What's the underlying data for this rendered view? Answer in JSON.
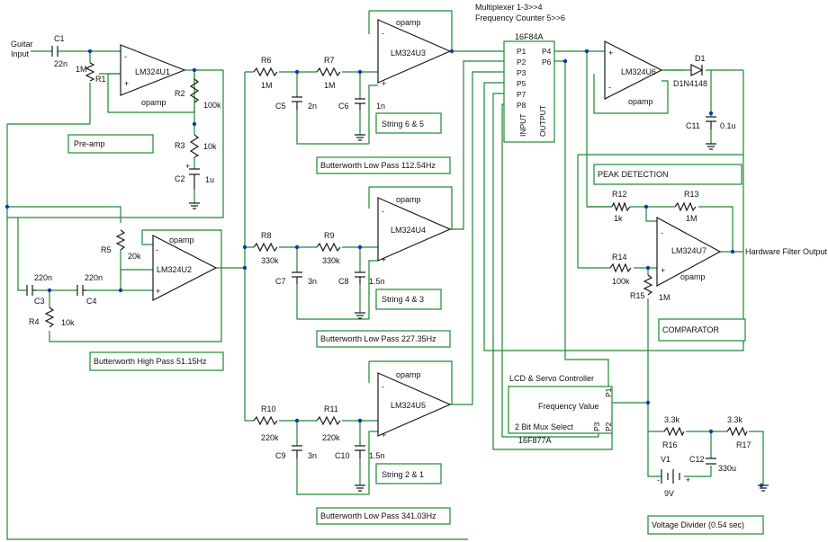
{
  "header": {
    "line1": "Multiplexer 1-3>>4",
    "line2": "Frequency Counter 5>>6"
  },
  "input": {
    "line1": "Guitar",
    "line2": "Input"
  },
  "components": {
    "C1": "C1",
    "C1v": "22n",
    "R1": "R1",
    "R1v": "1M",
    "U1": "LM324U1",
    "U1t": "opamp",
    "R2": "R2",
    "R2v": "100k",
    "R3": "R3",
    "R3v": "10k",
    "C2": "C2",
    "C2v": "1u",
    "R6": "R6",
    "R6v": "1M",
    "R7": "R7",
    "R7v": "1M",
    "C5": "C5",
    "C5v": "2n",
    "C6": "C6",
    "C6v": "1n",
    "U3": "LM324U3",
    "U3t": "opamp",
    "R8": "R8",
    "R8v": "330k",
    "R9": "R9",
    "R9v": "330k",
    "C7": "C7",
    "C7v": "3n",
    "C8": "C8",
    "C8v": "1.5n",
    "U4": "LM324U4",
    "U4t": "opamp",
    "R10": "R10",
    "R10v": "220k",
    "R11": "R11",
    "R11v": "220k",
    "C9": "C9",
    "C9v": "3n",
    "C10": "C10",
    "C10v": "1.5n",
    "U5": "LM324U5",
    "U5t": "opamp",
    "R5": "R5",
    "R5v": "20k",
    "U2": "LM324U2",
    "U2t": "opamp",
    "C3": "C3",
    "C3v": "220n",
    "C4": "C4",
    "C4v": "220n",
    "R4": "R4",
    "R4v": "10k",
    "MCU1": "16F84A",
    "MCU1_pins": [
      "P1",
      "P2",
      "P3",
      "P5",
      "P7",
      "P8",
      "P4",
      "P6"
    ],
    "MCU1_in": "INPUT",
    "MCU1_out": "OUTPUT",
    "U6": "LM324U6",
    "U6t": "opamp",
    "D1": "D1",
    "D1v": "D1N4148",
    "C11": "C11",
    "C11v": "0.1u",
    "R12": "R12",
    "R12v": "1k",
    "R13": "R13",
    "R13v": "1M",
    "R14": "R14",
    "R14v": "100k",
    "R15": "R15",
    "R15v": "1M",
    "U7": "LM324U7",
    "U7t": "opamp",
    "MCU2": "16F877A",
    "MCU2_pins": [
      "P1",
      "P3",
      "P2"
    ],
    "R16": "R16",
    "R16v": "3.3k",
    "R17": "R17",
    "R17v": "3.3k",
    "V1": "V1",
    "V1v": "9V",
    "C12": "C12",
    "C12v": "330u"
  },
  "labels": {
    "preamp": "Pre-amp",
    "string65": "String 6 & 5",
    "lp1": "Butterworth Low Pass 112.54Hz",
    "string43": "String 4 & 3",
    "lp2": "Butterworth Low Pass 227.35Hz",
    "string21": "String 2 & 1",
    "lp3": "Butterworth Low Pass 341.03Hz",
    "hp": "Butterworth High Pass 51.15Hz",
    "peak": "PEAK DETECTION",
    "comparator": "COMPARATOR",
    "hw_out": "Hardware Filter Output",
    "lcd": "LCD & Servo Controller",
    "freq": "Frequency Value",
    "mux": "2 Bit Mux Select",
    "vdiv": "Voltage Divider (0.54 sec)"
  },
  "colors": {
    "wire": "#1c8a30",
    "component": "#1a1a1a",
    "junction": "#0a3aa8"
  }
}
